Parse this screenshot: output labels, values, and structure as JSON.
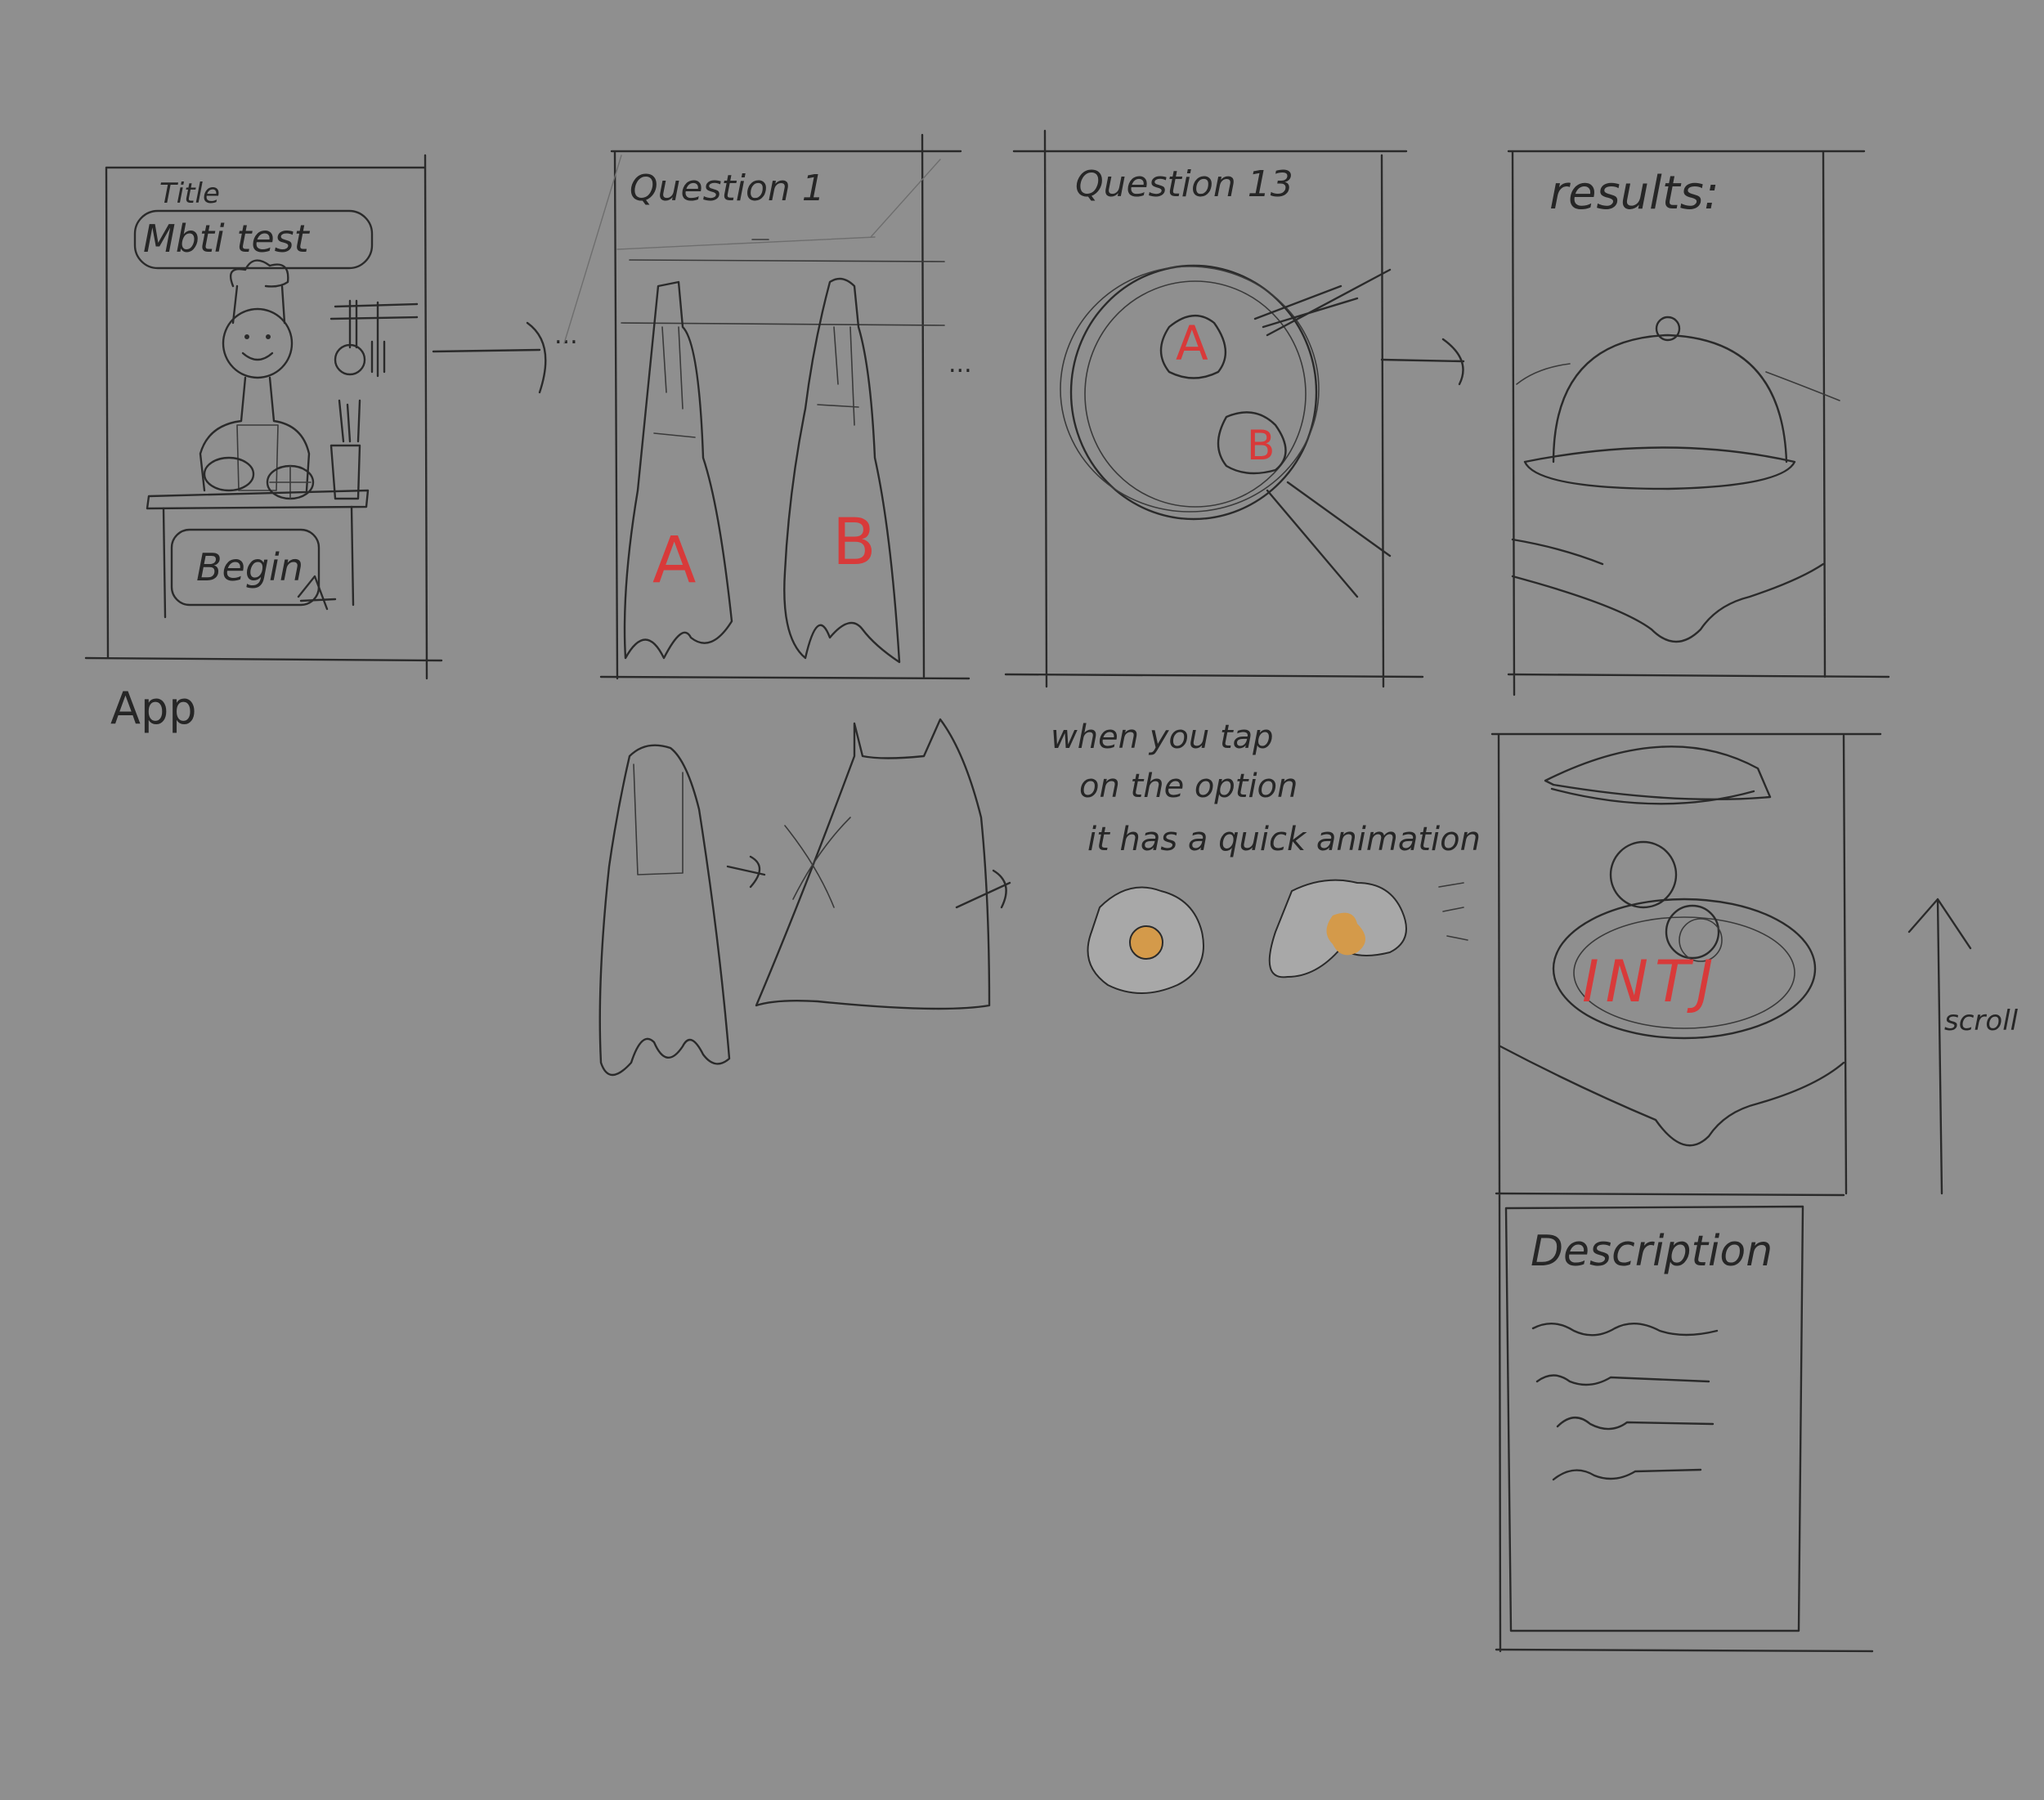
{
  "colors": {
    "background": "#8f8f8f",
    "ink": "#262626",
    "accent_red": "#d83a3a",
    "yolk": "#d49a4a",
    "egg_fill": "#a8a8a8"
  },
  "screens": {
    "title_screen": {
      "small_label": "Title",
      "title_text": "Mbti test",
      "begin_button": "Begin",
      "caption": "App"
    },
    "question_1": {
      "heading": "Question 1",
      "option_a": "A",
      "option_b": "B"
    },
    "question_13": {
      "heading": "Question 13",
      "option_a": "A",
      "option_b": "B"
    },
    "results": {
      "heading": "results:",
      "result_type": "INTJ",
      "description_heading": "Description"
    }
  },
  "ellipsis": "...",
  "annotations": {
    "tap_note_line1": "when you tap",
    "tap_note_line2": "on the option",
    "tap_note_line3": "it has a quick animation",
    "scroll_label": "scroll"
  },
  "icons": [
    "chef-icon",
    "pan-icon",
    "fried-egg-icon",
    "cloche-icon",
    "plate-icon",
    "arrow-icon"
  ]
}
